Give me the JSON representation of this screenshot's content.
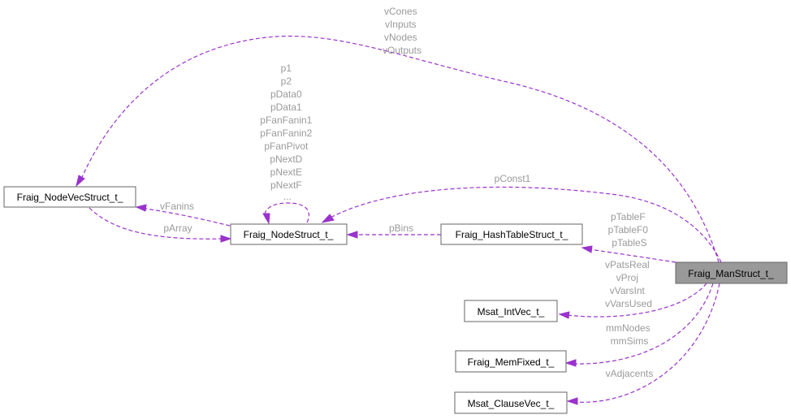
{
  "nodes": {
    "node_vec": "Fraig_NodeVecStruct_t_",
    "node": "Fraig_NodeStruct_t_",
    "hash_table": "Fraig_HashTableStruct_t_",
    "man": "Fraig_ManStruct_t_",
    "int_vec": "Msat_IntVec_t_",
    "mem_fixed": "Fraig_MemFixed_t_",
    "clause_vec": "Msat_ClauseVec_t_"
  },
  "edges": {
    "man_to_node_vec": [
      "vCones",
      "vInputs",
      "vNodes",
      "vOutputs"
    ],
    "node_self": [
      "p1",
      "p2",
      "pData0",
      "pData1",
      "pFanFanin1",
      "pFanFanin2",
      "pFanPivot",
      "pNextD",
      "pNextE",
      "pNextF",
      "..."
    ],
    "man_to_node": [
      "pConst1"
    ],
    "node_to_node_vec": [
      "vFanins"
    ],
    "node_vec_to_node": [
      "pArray"
    ],
    "hash_to_node": [
      "pBins"
    ],
    "man_to_hash": [
      "pTableF",
      "pTableF0",
      "pTableS"
    ],
    "man_to_int_vec": [
      "vPatsReal",
      "vProj",
      "vVarsInt",
      "vVarsUsed"
    ],
    "man_to_mem_fixed": [
      "mmNodes",
      "mmSims"
    ],
    "man_to_clause_vec": [
      "vAdjacents"
    ]
  },
  "colors": {
    "edge": "#9a32cd",
    "edge_label": "#9a9a9a",
    "node_border": "#666666",
    "focus_fill": "#999999"
  }
}
